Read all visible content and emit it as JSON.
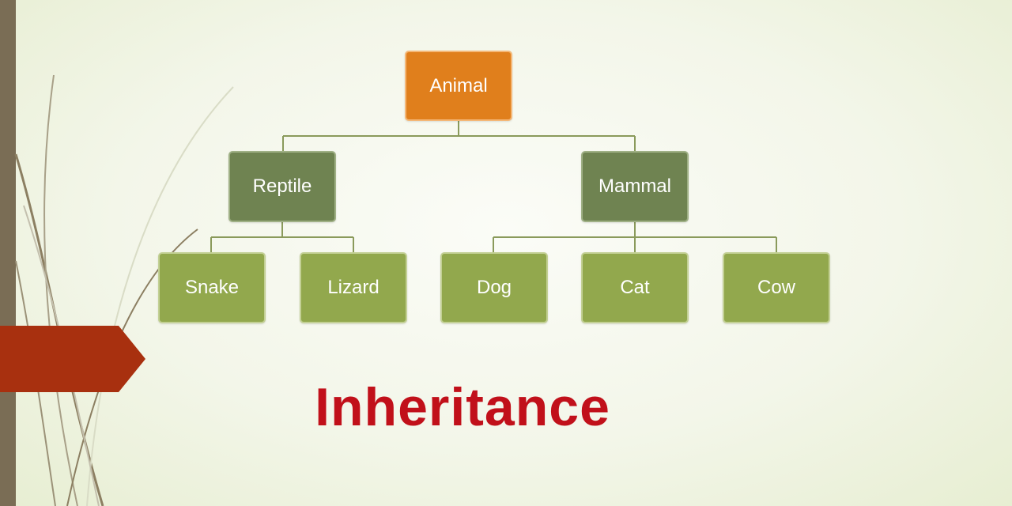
{
  "diagram": {
    "title": "Inheritance",
    "root": {
      "label": "Animal"
    },
    "groups": [
      {
        "label": "Reptile",
        "children": [
          "Snake",
          "Lizard"
        ]
      },
      {
        "label": "Mammal",
        "children": [
          "Dog",
          "Cat",
          "Cow"
        ]
      }
    ]
  },
  "colors": {
    "root_fill": "#e07f1c",
    "group_fill": "#6f8351",
    "leaf_fill": "#92a84d",
    "title_text": "#c1101a",
    "connector": "#8a9a5b",
    "banner": "#a8300f",
    "side_bar": "#7a6d55"
  }
}
